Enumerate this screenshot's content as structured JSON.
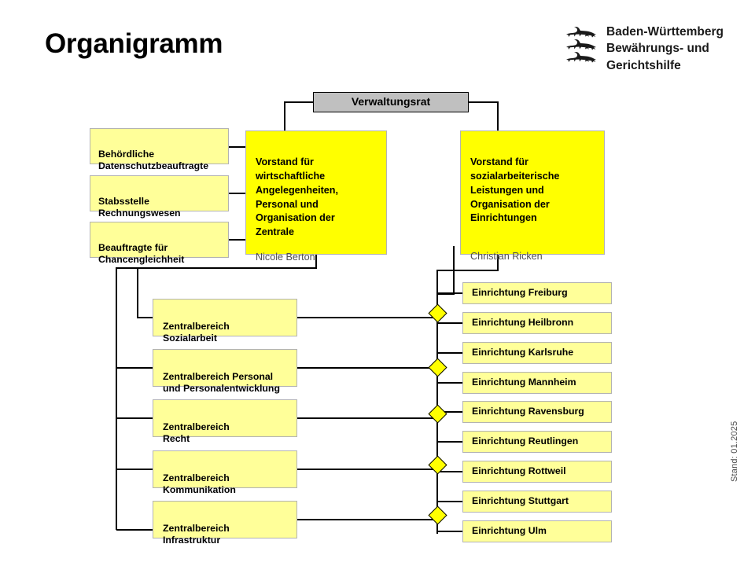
{
  "header": {
    "title": "Organigramm",
    "logo_lines": [
      "Baden-Württemberg",
      "Bewährungs- und",
      "Gerichtshilfe"
    ],
    "logo_icon": "three-lions-crest"
  },
  "colors": {
    "board_box": "#ffff00",
    "node_box": "#ffff99",
    "council_box": "#c0c0c0",
    "connector": "#000000",
    "diamond": "#ffff00",
    "text": "#000000",
    "person_text": "#4d4d4d"
  },
  "council": {
    "label": "Verwaltungsrat"
  },
  "boards": [
    {
      "title": "Vorstand für\nwirtschaftliche\nAngelegenheiten,\nPersonal und\nOrganisation der\nZentrale",
      "person": "Nicole Berton"
    },
    {
      "title": "Vorstand für\nsozialarbeiterische\nLeistungen und\nOrganisation der\nEinrichtungen",
      "person": "Christian Ricken"
    }
  ],
  "staff_units": [
    {
      "label": "Behördliche\nDatenschutzbeauftragte"
    },
    {
      "label": "Stabsstelle\nRechnungswesen"
    },
    {
      "label": "Beauftragte für\nChancengleichheit"
    }
  ],
  "central_units": [
    {
      "label": "Zentralbereich\nSozialarbeit"
    },
    {
      "label": "Zentralbereich Personal\nund Personalentwicklung"
    },
    {
      "label": "Zentralbereich\nRecht"
    },
    {
      "label": "Zentralbereich\nKommunikation"
    },
    {
      "label": "Zentralbereich\nInfrastruktur"
    }
  ],
  "facilities": [
    {
      "label": "Einrichtung Freiburg"
    },
    {
      "label": "Einrichtung Heilbronn"
    },
    {
      "label": "Einrichtung Karlsruhe"
    },
    {
      "label": "Einrichtung Mannheim"
    },
    {
      "label": "Einrichtung Ravensburg"
    },
    {
      "label": "Einrichtung Reutlingen"
    },
    {
      "label": "Einrichtung Rottweil"
    },
    {
      "label": "Einrichtung Stuttgart"
    },
    {
      "label": "Einrichtung Ulm"
    }
  ],
  "diamond_count": 5,
  "footer": {
    "date_stamp": "Stand: 01.2025"
  }
}
